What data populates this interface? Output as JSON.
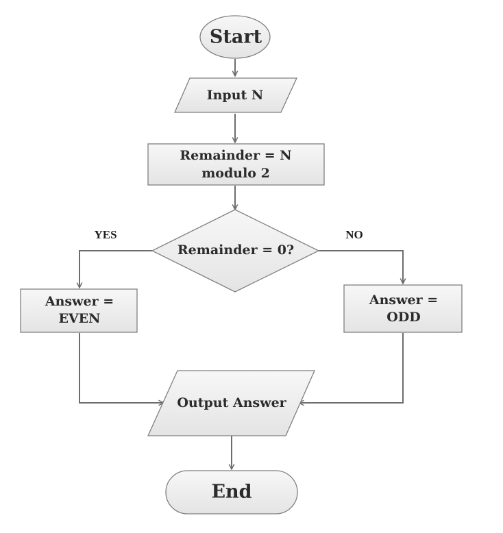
{
  "diagram": {
    "start": "Start",
    "input": "Input N",
    "process": {
      "line1": "Remainder = N",
      "line2": "modulo 2"
    },
    "decision": "Remainder = 0?",
    "yes_label": "YES",
    "no_label": "NO",
    "answer_even": {
      "line1": "Answer =",
      "line2": "EVEN"
    },
    "answer_odd": {
      "line1": "Answer =",
      "line2": "ODD"
    },
    "output": "Output Answer",
    "end": "End"
  },
  "colors": {
    "shape_fill_top": "#f7f7f7",
    "shape_fill_bottom": "#e4e4e4",
    "shape_stroke": "#7f7f7f",
    "connector": "#6d6d6d",
    "text": "#2b2b2b"
  }
}
